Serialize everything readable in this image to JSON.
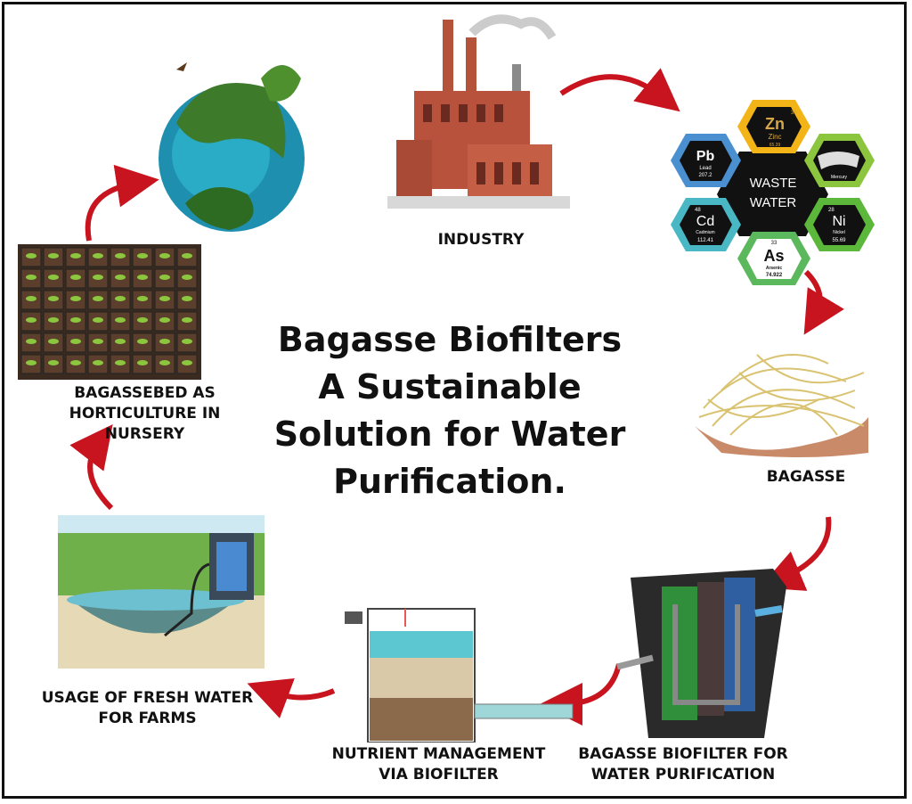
{
  "title_lines": [
    "Bagasse Biofilters",
    "A Sustainable",
    "Solution for Water",
    "Purification."
  ],
  "labels": {
    "industry": "INDUSTRY",
    "bagasse": "BAGASSE",
    "biofilter": [
      "BAGASSE BIOFILTER FOR",
      "WATER PURIFICATION"
    ],
    "nutrient": [
      "NUTRIENT MANAGEMENT",
      "VIA BIOFILTER"
    ],
    "fresh_water": [
      "USAGE OF FRESH  WATER",
      "FOR FARMS"
    ],
    "nursery": [
      "BAGASSEBED AS",
      "HORTICULTURE IN",
      "NURSERY"
    ]
  },
  "waste_water": {
    "center": [
      "WASTE",
      "WATER"
    ],
    "elements": [
      {
        "symbol": "Zn",
        "name": "Zinc",
        "number": "30",
        "mass": "65.39",
        "color": "#f2b417"
      },
      {
        "symbol": "Pb",
        "name": "Lead",
        "number": "",
        "mass": "207.2",
        "color": "#4a90d0"
      },
      {
        "symbol": "",
        "name": "Mercury",
        "number": "",
        "mass": "",
        "color": "#8cc63f"
      },
      {
        "symbol": "Cd",
        "name": "Cadmium",
        "number": "48",
        "mass": "112.41",
        "color": "#49b8c4"
      },
      {
        "symbol": "Ni",
        "name": "Nickel",
        "number": "28",
        "mass": "55.69",
        "color": "#5cb83a"
      },
      {
        "symbol": "As",
        "name": "Arsenic",
        "number": "33",
        "mass": "74.922",
        "color": "#5cb85c"
      }
    ]
  },
  "colors": {
    "arrow": "#c8141e",
    "text": "#111111"
  }
}
